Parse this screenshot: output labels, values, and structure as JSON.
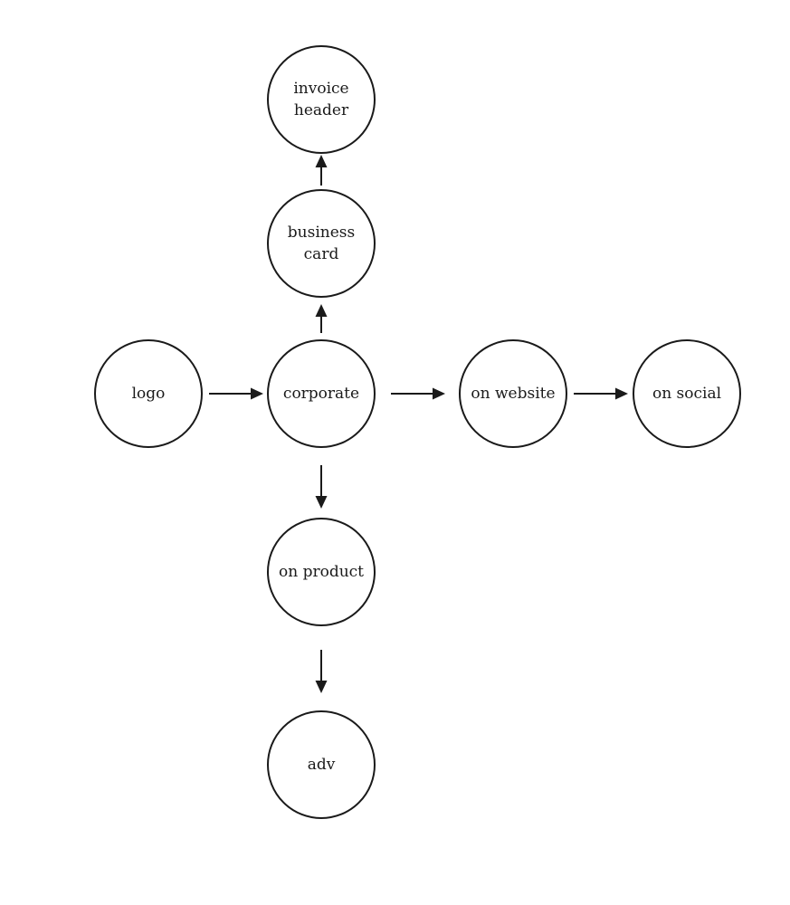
{
  "diagram": {
    "stroke_color": "#1a1a1a",
    "background_color": "#ffffff",
    "nodes": [
      {
        "id": "logo",
        "lines": [
          "logo"
        ]
      },
      {
        "id": "corporate",
        "lines": [
          "corporate"
        ]
      },
      {
        "id": "business-card",
        "lines": [
          "business",
          "card"
        ]
      },
      {
        "id": "invoice-header",
        "lines": [
          "invoice",
          "header"
        ]
      },
      {
        "id": "on-website",
        "lines": [
          "on website"
        ]
      },
      {
        "id": "on-social",
        "lines": [
          "on social"
        ]
      },
      {
        "id": "on-product",
        "lines": [
          "on product"
        ]
      },
      {
        "id": "adv",
        "lines": [
          "adv"
        ]
      }
    ],
    "edges": [
      {
        "from": "logo",
        "to": "corporate"
      },
      {
        "from": "corporate",
        "to": "business-card"
      },
      {
        "from": "business-card",
        "to": "invoice-header"
      },
      {
        "from": "corporate",
        "to": "on-website"
      },
      {
        "from": "on-website",
        "to": "on-social"
      },
      {
        "from": "corporate",
        "to": "on-product"
      },
      {
        "from": "on-product",
        "to": "adv"
      }
    ]
  }
}
